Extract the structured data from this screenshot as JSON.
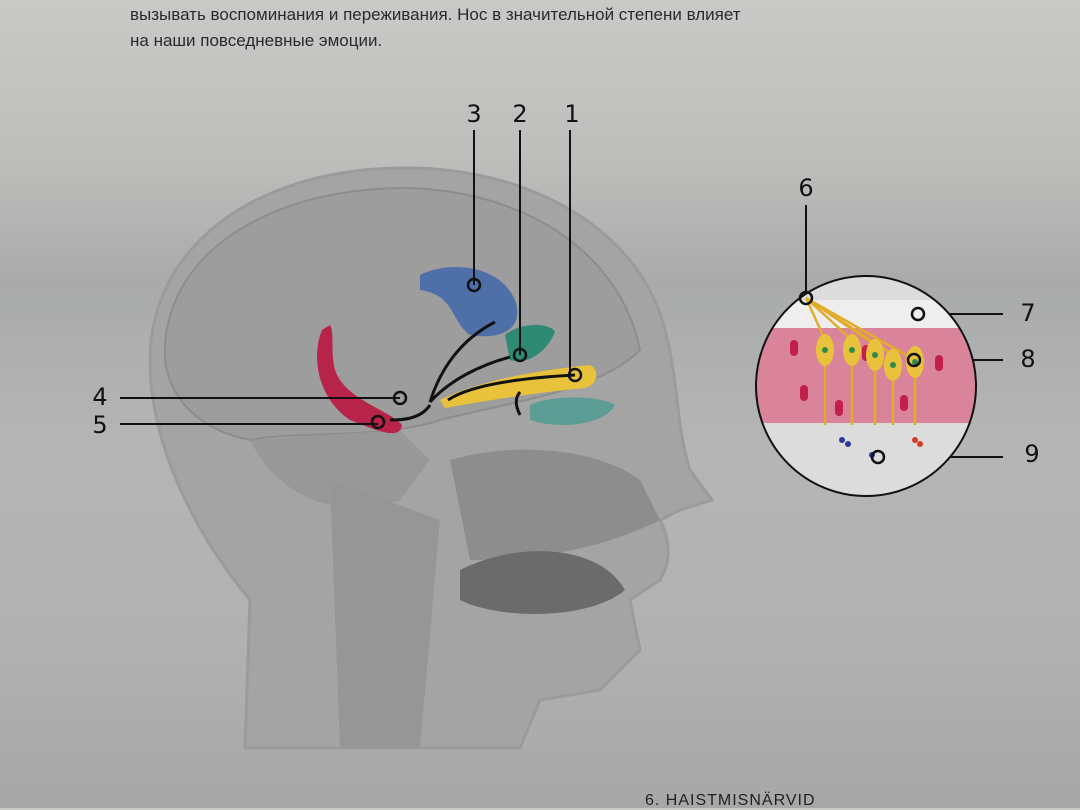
{
  "intro_text": {
    "line1": "вызывать воспоминания и переживания. Нос в значительной степени влияет",
    "line2": "на наши повседневные эмоции."
  },
  "diagram": {
    "labels": [
      "1",
      "2",
      "3",
      "4",
      "5",
      "6",
      "7",
      "8",
      "9"
    ],
    "colors": {
      "bulb": "#e8c23a",
      "amygdala": "#2e8a72",
      "orbitofrontal": "#4f6fa8",
      "hippocampus": "#b8234a",
      "epithelium": "#d9849a"
    }
  },
  "bottom_heading": "6. HAISTMISNÄRVID"
}
